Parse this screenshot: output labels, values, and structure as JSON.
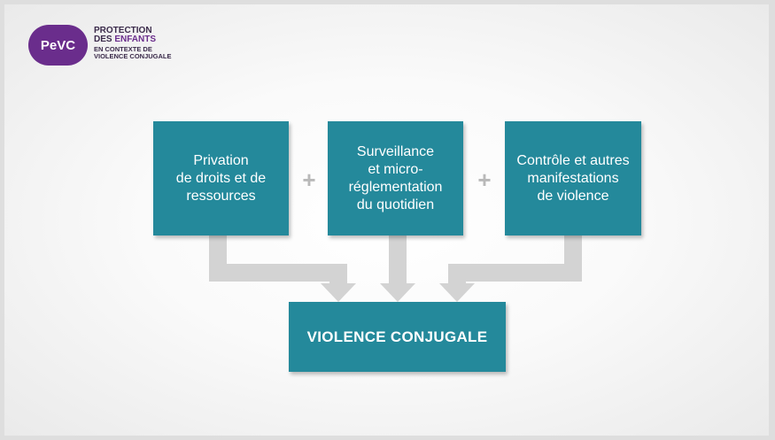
{
  "logo": {
    "badge": "PeVC",
    "line1": "PROTECTION",
    "line2_a": "DES ",
    "line2_b": "ENFANTS",
    "line3": "EN CONTEXTE DE",
    "line4": "VIOLENCE CONJUGALE"
  },
  "diagram": {
    "boxes": [
      "Privation\nde droits et de\nressources",
      "Surveillance\net micro-\nréglementation\ndu quotidien",
      "Contrôle et autres\nmanifestations\nde violence"
    ],
    "operator": "+",
    "result": "VIOLENCE CONJUGALE"
  },
  "colors": {
    "box": "#24899b",
    "arrow": "#d3d3d3",
    "brand": "#6a2d8c"
  }
}
